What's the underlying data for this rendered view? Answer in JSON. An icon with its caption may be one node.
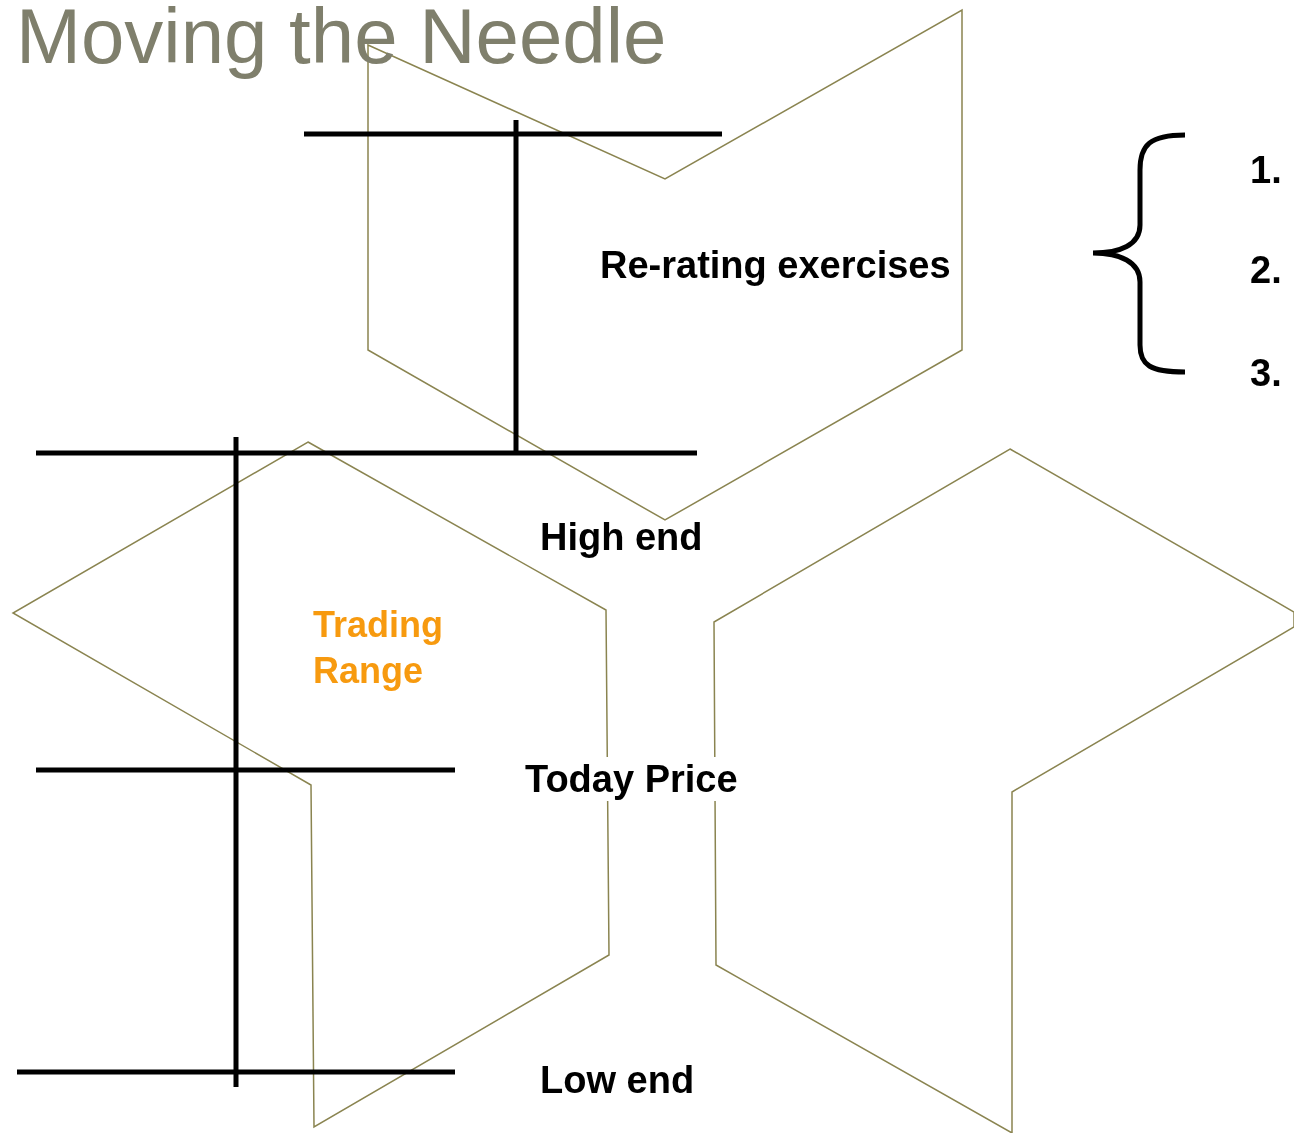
{
  "diagram": {
    "title": "Moving the Needle",
    "labels": [
      "Re-rating exercises",
      "1.",
      "2.",
      "3.",
      "High end",
      "Trading Range",
      "Today Price",
      "Low end"
    ]
  }
}
